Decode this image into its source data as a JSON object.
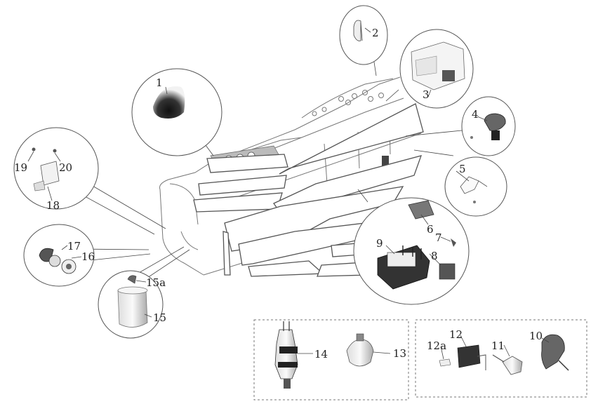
{
  "diagram": {
    "labels": {
      "p1": "1",
      "p2": "2",
      "p3": "3",
      "p4": "4",
      "p5": "5",
      "p6": "6",
      "p7": "7",
      "p8": "8",
      "p9": "9",
      "p10": "10",
      "p11": "11",
      "p12": "12",
      "p12a": "12a",
      "p13": "13",
      "p14": "14",
      "p15": "15",
      "p15a": "15a",
      "p16": "16",
      "p17": "17",
      "p18": "18",
      "p19": "19",
      "p20": "20"
    }
  }
}
